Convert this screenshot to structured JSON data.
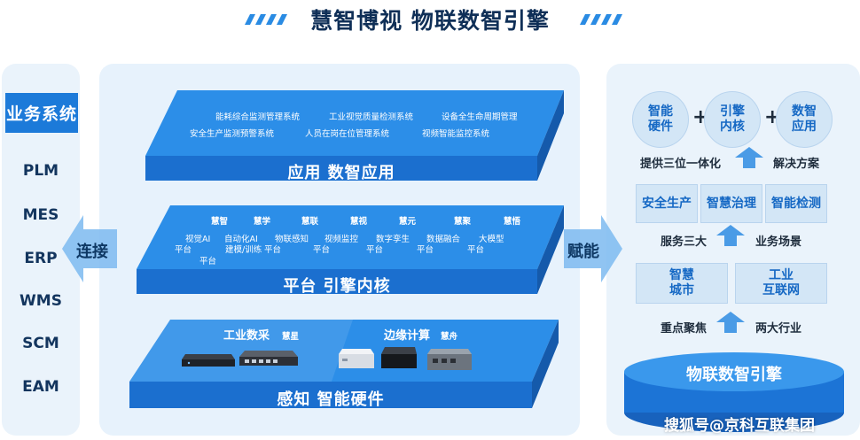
{
  "title": "慧智博视 物联数智引擎",
  "colors": {
    "primary": "#1c7ad9",
    "layer": "#2c8ee8",
    "panel": "#eaf3fb",
    "dark_text": "#0f2f57"
  },
  "left": {
    "header": "业务系统",
    "items": [
      "PLM",
      "MES",
      "ERP",
      "WMS",
      "SCM",
      "EAM"
    ]
  },
  "arrows": {
    "left": "连接",
    "right": "赋能"
  },
  "layers": {
    "app": {
      "title": "应用  数智应用",
      "systems": [
        "能耗综合监测管理系统",
        "工业视觉质量检测系统",
        "设备全生命周期管理",
        "安全生产监测预警系统",
        "人员在岗在位管理系统",
        "视频智能监控系统"
      ]
    },
    "platform": {
      "title": "平台  引擎内核",
      "products": [
        "慧智",
        "慧学",
        "慧联",
        "慧视",
        "慧元",
        "慧聚",
        "慧悟"
      ],
      "capabilities": [
        "视觉AI",
        "自动化AI",
        "物联感知",
        "视频监控",
        "数字孪生",
        "数据融合",
        "大模型"
      ],
      "sublabels": [
        "平台",
        "建模/训练",
        "平台",
        "平台",
        "平台",
        "平台",
        "平台",
        "平台"
      ]
    },
    "hardware": {
      "title": "感知  智能硬件",
      "industrial_label": "工业数采",
      "industrial_brand": "慧星",
      "edge_label": "边缘计算",
      "edge_brand": "慧舟"
    }
  },
  "right": {
    "circles": [
      "智能\n硬件",
      "引擎\n内核",
      "数智\n应用"
    ],
    "provide_left": "提供三位一体化",
    "provide_right": "解决方案",
    "scenes": [
      "安全生产",
      "智慧治理",
      "智能检测"
    ],
    "serve_left": "服务三大",
    "serve_right": "业务场景",
    "industries": [
      "智慧\n城市",
      "工业\n互联网"
    ],
    "focus_left": "重点聚焦",
    "focus_right": "两大行业",
    "engine": "物联数智引擎"
  },
  "watermark": "搜狐号@京科互联集团"
}
